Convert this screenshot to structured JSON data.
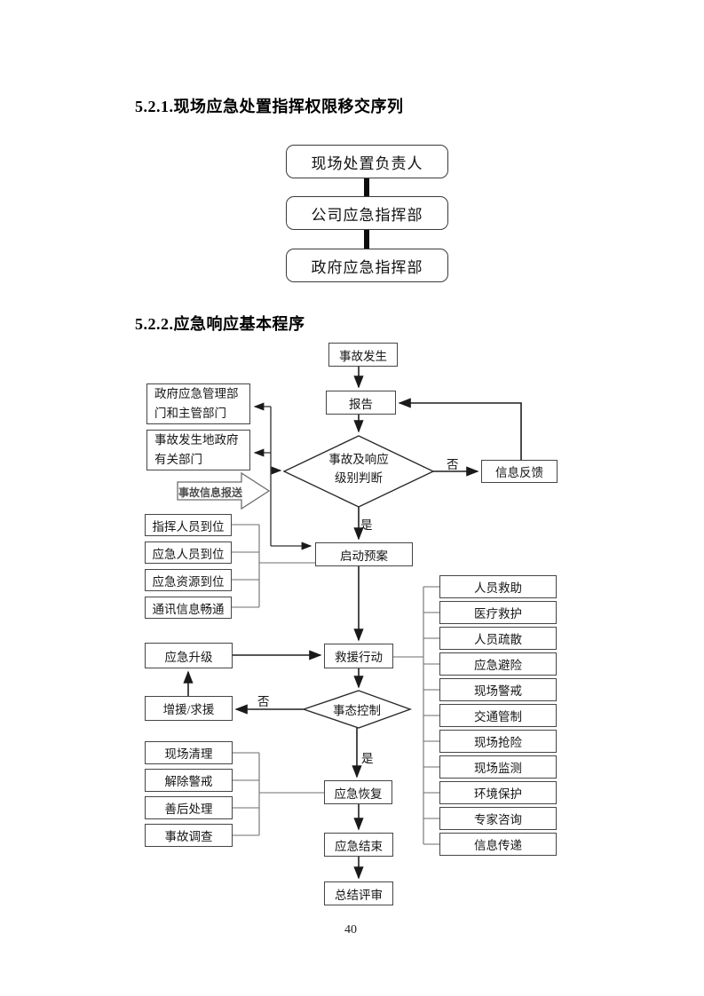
{
  "page_number": "40",
  "colors": {
    "line": "#1f1f1f",
    "box_border": "#454545",
    "bus_line": "#6e6e6e",
    "text": "#111111",
    "background": "#ffffff"
  },
  "section1": {
    "title": "5.2.1.现场应急处置指挥权限移交序列",
    "nodes": [
      "现场处置负责人",
      "公司应急指挥部",
      "政府应急指挥部"
    ]
  },
  "section2": {
    "title": "5.2.2.应急响应基本程序",
    "labels": {
      "yes": "是",
      "no": "否"
    },
    "nodes": {
      "start": "事故发生",
      "report": "报告",
      "decision_level": {
        "line1": "事故及响应",
        "line2": "级别判断"
      },
      "feedback": "信息反馈",
      "gov_mgmt": {
        "line1": "政府应急管理部",
        "line2": "门和主管部门"
      },
      "gov_local": {
        "line1": "事故发生地政府",
        "line2": "有关部门"
      },
      "info_submit": "事故信息报送",
      "readiness": [
        "指挥人员到位",
        "应急人员到位",
        "应急资源到位",
        "通讯信息畅通"
      ],
      "activate_plan": "启动预案",
      "rescue_action": "救援行动",
      "escalation": "应急升级",
      "reinforcement": "增援/求援",
      "decision_control": "事态控制",
      "actions": [
        "人员救助",
        "医疗救护",
        "人员疏散",
        "应急避险",
        "现场警戒",
        "交通管制",
        "现场抢险",
        "现场监测",
        "环境保护",
        "专家咨询",
        "信息传递"
      ],
      "cleanup": [
        "现场清理",
        "解除警戒",
        "善后处理",
        "事故调查"
      ],
      "recovery": "应急恢复",
      "end": "应急结束",
      "review": "总结评审"
    }
  }
}
